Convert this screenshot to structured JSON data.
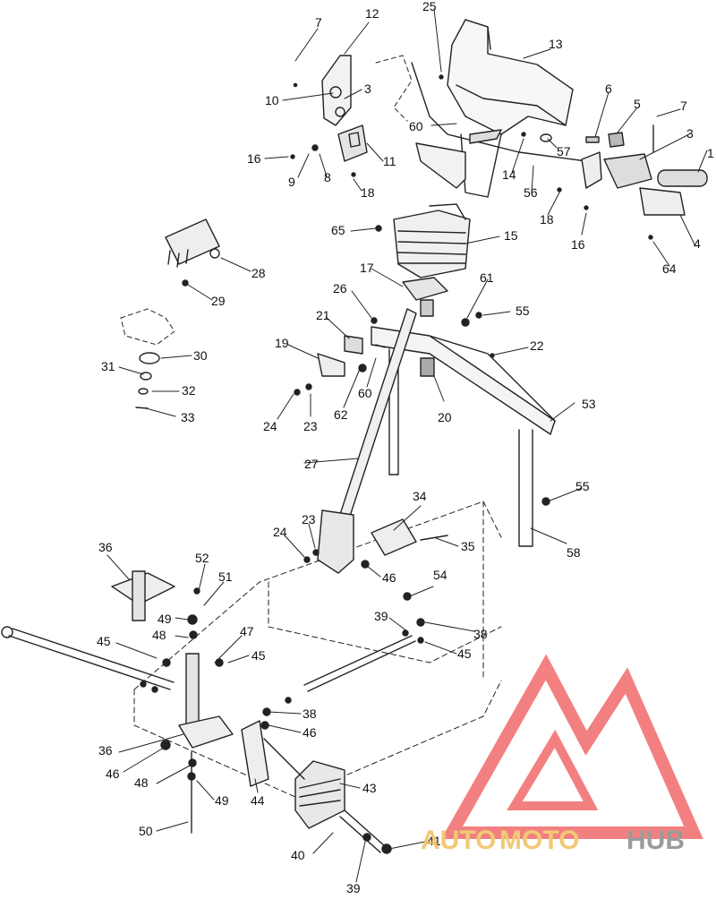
{
  "diagram": {
    "type": "exploded-parts-diagram",
    "labels": [
      {
        "id": "l7a",
        "text": "7"
      },
      {
        "id": "l12",
        "text": "12"
      },
      {
        "id": "l25",
        "text": "25"
      },
      {
        "id": "l13",
        "text": "13"
      },
      {
        "id": "l10",
        "text": "10"
      },
      {
        "id": "l3a",
        "text": "3"
      },
      {
        "id": "l6",
        "text": "6"
      },
      {
        "id": "l5",
        "text": "5"
      },
      {
        "id": "l7b",
        "text": "7"
      },
      {
        "id": "l60a",
        "text": "60"
      },
      {
        "id": "l57",
        "text": "57"
      },
      {
        "id": "l3b",
        "text": "3"
      },
      {
        "id": "l1",
        "text": "1"
      },
      {
        "id": "l16a",
        "text": "16"
      },
      {
        "id": "l9",
        "text": "9"
      },
      {
        "id": "l8",
        "text": "8"
      },
      {
        "id": "l11",
        "text": "11"
      },
      {
        "id": "l14",
        "text": "14"
      },
      {
        "id": "l56",
        "text": "56"
      },
      {
        "id": "l18a",
        "text": "18"
      },
      {
        "id": "l18b",
        "text": "18"
      },
      {
        "id": "l16b",
        "text": "16"
      },
      {
        "id": "l4",
        "text": "4"
      },
      {
        "id": "l65",
        "text": "65"
      },
      {
        "id": "l15",
        "text": "15"
      },
      {
        "id": "l64",
        "text": "64"
      },
      {
        "id": "l28",
        "text": "28"
      },
      {
        "id": "l17",
        "text": "17"
      },
      {
        "id": "l61",
        "text": "61"
      },
      {
        "id": "l29",
        "text": "29"
      },
      {
        "id": "l26",
        "text": "26"
      },
      {
        "id": "l55a",
        "text": "55"
      },
      {
        "id": "l21",
        "text": "21"
      },
      {
        "id": "l19",
        "text": "19"
      },
      {
        "id": "l22",
        "text": "22"
      },
      {
        "id": "l30",
        "text": "30"
      },
      {
        "id": "l31",
        "text": "31"
      },
      {
        "id": "l60b",
        "text": "60"
      },
      {
        "id": "l32",
        "text": "32"
      },
      {
        "id": "l53",
        "text": "53"
      },
      {
        "id": "l24a",
        "text": "24"
      },
      {
        "id": "l23a",
        "text": "23"
      },
      {
        "id": "l62",
        "text": "62"
      },
      {
        "id": "l20",
        "text": "20"
      },
      {
        "id": "l33",
        "text": "33"
      },
      {
        "id": "l27",
        "text": "27"
      },
      {
        "id": "l34",
        "text": "34"
      },
      {
        "id": "l55b",
        "text": "55"
      },
      {
        "id": "l23b",
        "text": "23"
      },
      {
        "id": "l24b",
        "text": "24"
      },
      {
        "id": "l35",
        "text": "35"
      },
      {
        "id": "l58",
        "text": "58"
      },
      {
        "id": "l36a",
        "text": "36"
      },
      {
        "id": "l52",
        "text": "52"
      },
      {
        "id": "l46a",
        "text": "46"
      },
      {
        "id": "l54",
        "text": "54"
      },
      {
        "id": "l51",
        "text": "51"
      },
      {
        "id": "l49a",
        "text": "49"
      },
      {
        "id": "l39a",
        "text": "39"
      },
      {
        "id": "l38a",
        "text": "38"
      },
      {
        "id": "l48a",
        "text": "48"
      },
      {
        "id": "l47",
        "text": "47"
      },
      {
        "id": "l45a",
        "text": "45"
      },
      {
        "id": "l45b",
        "text": "45"
      },
      {
        "id": "l45c",
        "text": "45"
      },
      {
        "id": "l38b",
        "text": "38"
      },
      {
        "id": "l46b",
        "text": "46"
      },
      {
        "id": "l36b",
        "text": "36"
      },
      {
        "id": "l46c",
        "text": "46"
      },
      {
        "id": "l43",
        "text": "43"
      },
      {
        "id": "l48b",
        "text": "48"
      },
      {
        "id": "l44",
        "text": "44"
      },
      {
        "id": "l49b",
        "text": "49"
      },
      {
        "id": "l50",
        "text": "50"
      },
      {
        "id": "l41",
        "text": "41"
      },
      {
        "id": "l40",
        "text": "40"
      },
      {
        "id": "l39b",
        "text": "39"
      }
    ]
  },
  "watermark": {
    "text_part1": "AUTO",
    "text_part2": "MOTO",
    "text_part3": "HUB",
    "logo_name": "automotohub-logo",
    "colors": {
      "red": "#f26b6b",
      "orange": "#f0c060",
      "gray": "#8a8a8a"
    }
  }
}
